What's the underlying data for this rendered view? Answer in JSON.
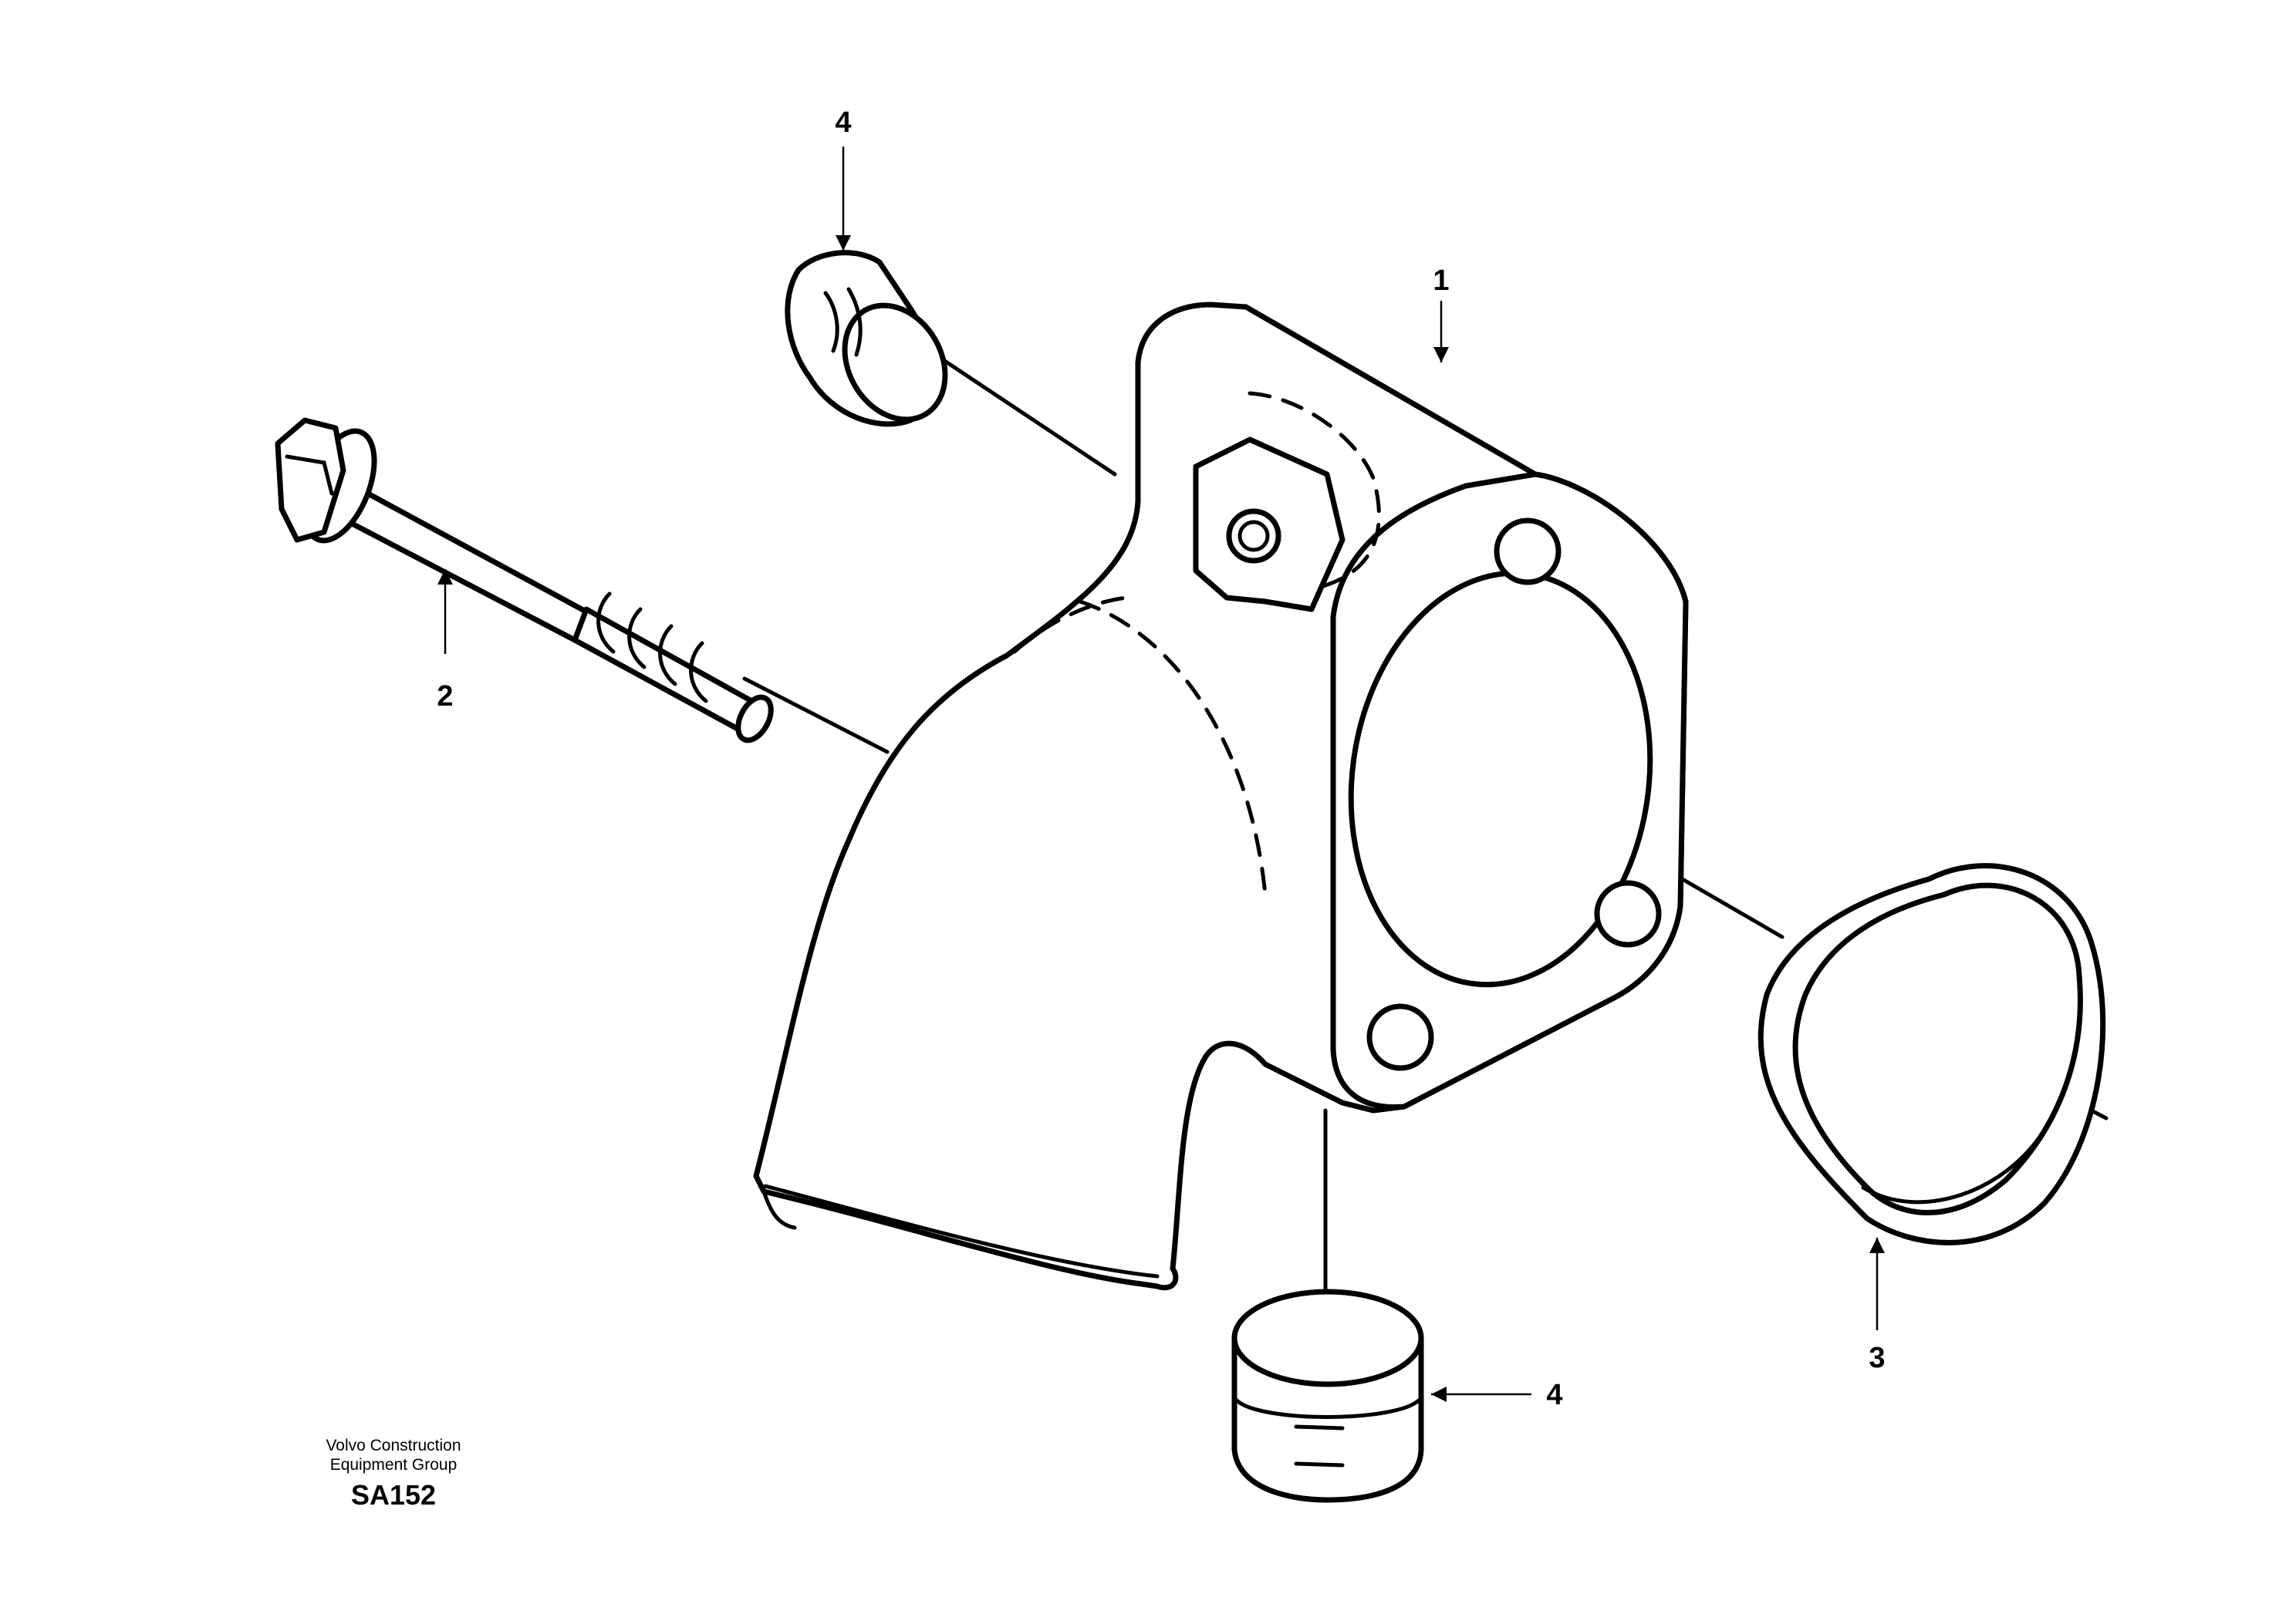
{
  "callouts": {
    "housing": "1",
    "bolt": "2",
    "seal_ring": "3",
    "plug_top": "4",
    "plug_bottom": "4"
  },
  "footer": {
    "publisher_line1": "Volvo Construction",
    "publisher_line2": "Equipment Group",
    "drawing_code": "SA152"
  },
  "colors": {
    "line": "#000000",
    "background": "#ffffff"
  }
}
